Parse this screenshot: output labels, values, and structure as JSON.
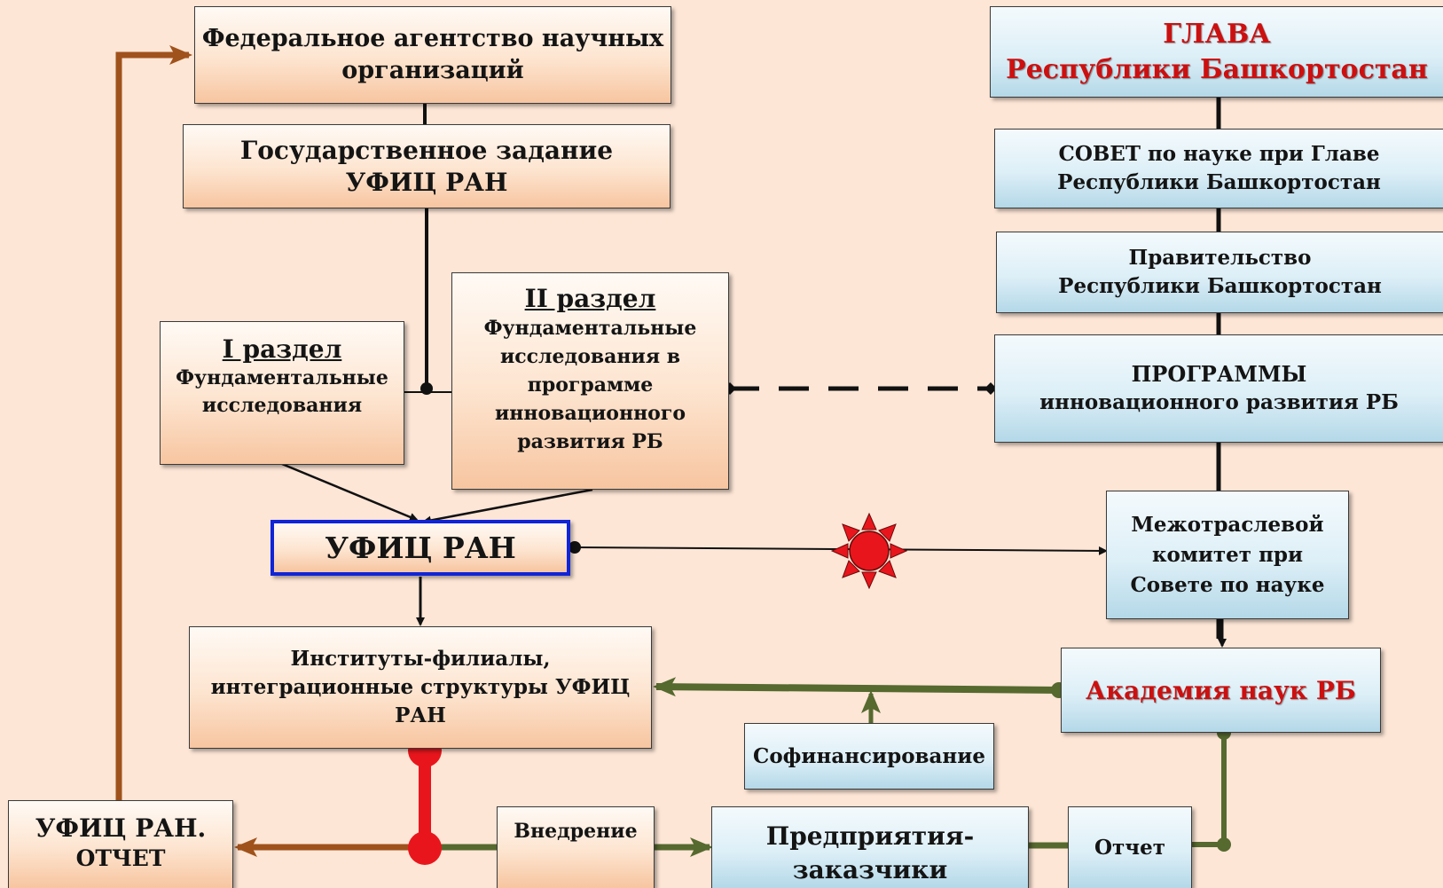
{
  "federal_agency": {
    "line1": "Федеральное агентство научных",
    "line2": "организаций"
  },
  "state_task": {
    "line1": "Государственное задание",
    "line2": "УФИЦ РАН"
  },
  "section1": {
    "title": "I раздел",
    "line1": "Фундаментальные",
    "line2": "исследования"
  },
  "section2": {
    "title": "II раздел",
    "line1": "Фундаментальные",
    "line2": "исследования в",
    "line3": "программе",
    "line4": "инновационного",
    "line5": "развития РБ"
  },
  "ufic": {
    "label": "УФИЦ РАН"
  },
  "institutes": {
    "line1": "Институты-филиалы,",
    "line2": "интеграционные структуры УФИЦ",
    "line3": "РАН"
  },
  "report_ufic": {
    "line1": "УФИЦ РАН.",
    "line2": "ОТЧЕТ"
  },
  "implementation": {
    "label": "Внедрение"
  },
  "cofinancing": {
    "label": "Софинансирование"
  },
  "enterprises": {
    "line1": "Предприятия-",
    "line2": "заказчики"
  },
  "report": {
    "label": "Отчет"
  },
  "head": {
    "line1": "ГЛАВА",
    "line2": "Республики Башкортостан"
  },
  "council": {
    "line1": "СОВЕТ по науке при Главе",
    "line2": "Республики Башкортостан"
  },
  "government": {
    "line1": "Правительство",
    "line2": "Республики Башкортостан"
  },
  "programs": {
    "line1": "ПРОГРАММЫ",
    "line2": "инновационного развития РБ"
  },
  "committee": {
    "line1": "Межотраслевой",
    "line2": "комитет при",
    "line3": "Совете по науке"
  },
  "academy": {
    "label": "Академия наук РБ"
  },
  "colors": {
    "background": "#fde6d6",
    "peach_box": "#f7c5a0",
    "blue_box": "#b4d8e8",
    "brown_arrow": "#a0521c",
    "green_arrow": "#56692f",
    "red_accent": "#e8161c",
    "ufic_border": "#1024d8"
  }
}
